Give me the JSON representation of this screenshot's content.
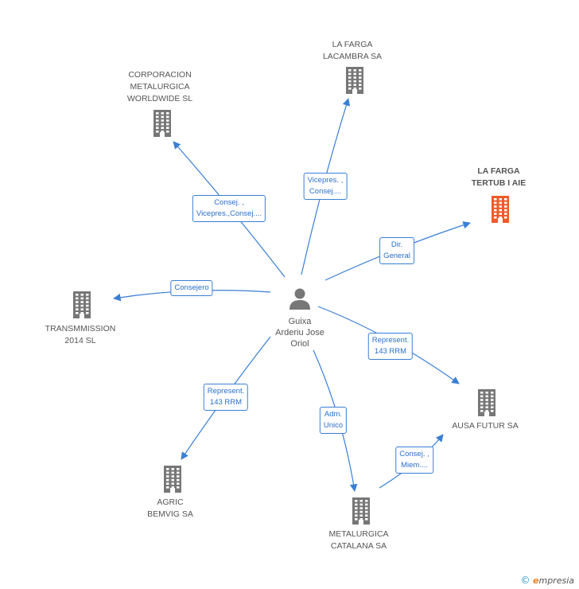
{
  "colors": {
    "edge": "#3a7fd5",
    "building_default": "#777777",
    "building_highlight": "#f05a28",
    "person": "#777777"
  },
  "center": {
    "name_lines": [
      "Guixa",
      "Arderiu Jose",
      "Oriol"
    ],
    "icon": "person-icon"
  },
  "companies": [
    {
      "id": "corporacion",
      "lines": [
        "CORPORACION",
        "METALURGICA",
        "WORLDWIDE  SL"
      ],
      "highlight": false,
      "icon": "building-icon"
    },
    {
      "id": "lafarga-lacambra",
      "lines": [
        "LA FARGA",
        "LACAMBRA SA"
      ],
      "highlight": false,
      "icon": "building-icon"
    },
    {
      "id": "lafarga-tertub",
      "lines": [
        "LA FARGA",
        "TERTUB I AIE"
      ],
      "highlight": true,
      "icon": "building-icon"
    },
    {
      "id": "transmmission",
      "lines": [
        "TRANSMMISSION",
        "2014  SL"
      ],
      "highlight": false,
      "icon": "building-icon"
    },
    {
      "id": "ausa-futur",
      "lines": [
        "AUSA FUTUR SA"
      ],
      "highlight": false,
      "icon": "building-icon"
    },
    {
      "id": "agric-bemvig",
      "lines": [
        "AGRIC",
        "BEMVIG SA"
      ],
      "highlight": false,
      "icon": "building-icon"
    },
    {
      "id": "metalurgica-catalana",
      "lines": [
        "METALURGICA",
        "CATALANA SA"
      ],
      "highlight": false,
      "icon": "building-icon"
    }
  ],
  "relations": [
    {
      "to": "corporacion",
      "label_lines": [
        "Consej. ,",
        "Vicepres.,Consej...."
      ]
    },
    {
      "to": "lafarga-lacambra",
      "label_lines": [
        "Vicepres. ,",
        "Consej...."
      ]
    },
    {
      "to": "lafarga-tertub",
      "label_lines": [
        "Dir.",
        "General"
      ]
    },
    {
      "to": "transmmission",
      "label_lines": [
        "Consejero"
      ]
    },
    {
      "to": "ausa-futur",
      "label_lines": [
        "Represent.",
        "143 RRM"
      ]
    },
    {
      "to": "agric-bemvig",
      "label_lines": [
        "Represent.",
        "143 RRM"
      ]
    },
    {
      "to": "metalurgica-catalana",
      "label_lines": [
        "Adm.",
        "Unico"
      ]
    },
    {
      "from": "metalurgica-catalana",
      "to": "ausa-futur",
      "label_lines": [
        "Consej. ,",
        "Miem...."
      ]
    }
  ],
  "footer": {
    "copyright": "©",
    "brand_initial": "e",
    "brand_rest": "mpresia"
  }
}
